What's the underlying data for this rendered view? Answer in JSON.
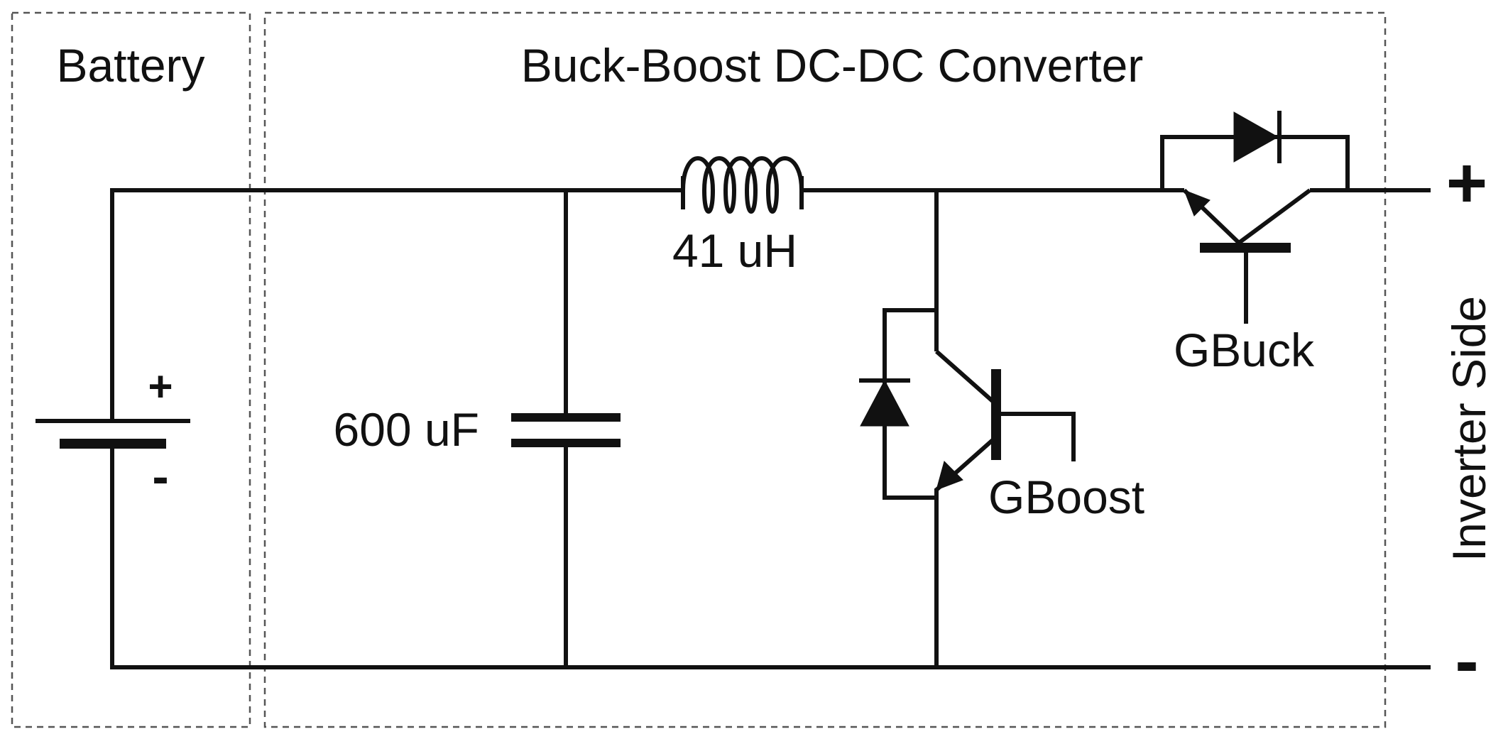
{
  "sections": {
    "battery_title": "Battery",
    "converter_title": "Buck-Boost DC-DC Converter"
  },
  "components": {
    "capacitor_label": "600 uF",
    "inductor_label": "41 uH",
    "boost_switch_label": "GBoost",
    "buck_switch_label": "GBuck"
  },
  "battery": {
    "plus": "+",
    "minus": "-"
  },
  "output": {
    "label": "Inverter Side",
    "plus": "+",
    "minus": "-"
  }
}
